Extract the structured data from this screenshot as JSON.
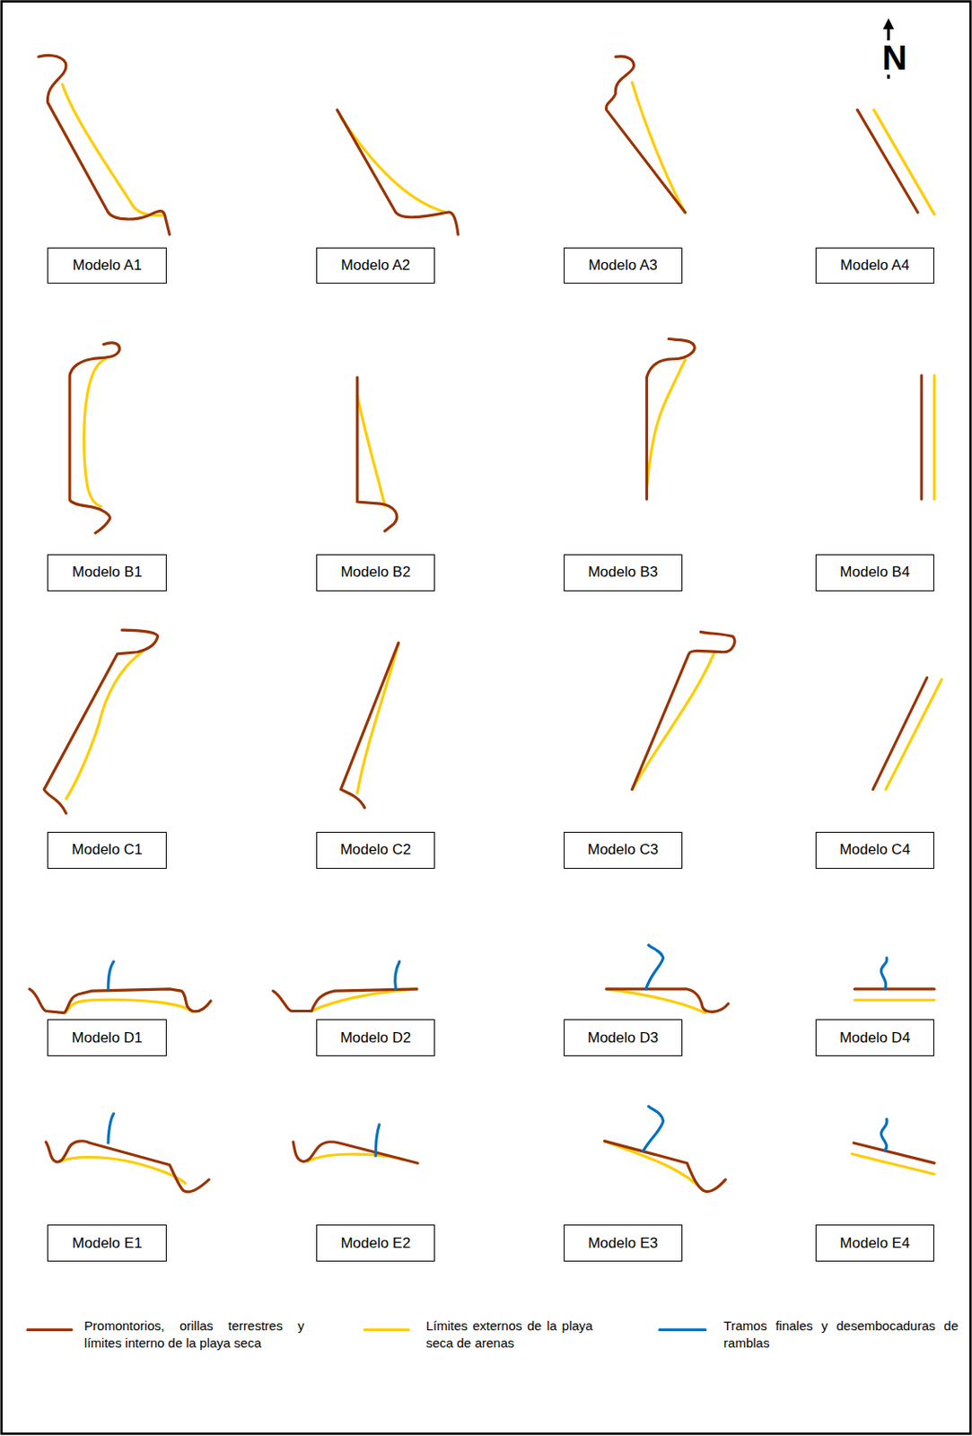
{
  "diagram": {
    "nodes": [
      {
        "text": [
          "Modelo A1"
        ]
      },
      {
        "text": [
          "Modelo A2"
        ]
      },
      {
        "text": [
          "Modelo A3"
        ]
      },
      {
        "text": [
          "Modelo A4"
        ]
      },
      {
        "text": [
          "Modelo B1"
        ]
      },
      {
        "text": [
          "Modelo B2"
        ]
      },
      {
        "text": [
          "Modelo B3"
        ]
      },
      {
        "text": [
          "Modelo B4"
        ]
      },
      {
        "text": [
          "Modelo C1"
        ]
      },
      {
        "text": [
          "Modelo C2"
        ]
      },
      {
        "text": [
          "Modelo C3"
        ]
      },
      {
        "text": [
          "Modelo C4"
        ]
      },
      {
        "text": [
          "Modelo D1"
        ]
      },
      {
        "text": [
          "Modelo D2"
        ]
      },
      {
        "text": [
          "Modelo D3"
        ]
      },
      {
        "text": [
          "Modelo D4"
        ]
      },
      {
        "text": [
          "Modelo E1"
        ]
      },
      {
        "text": [
          "Modelo E2"
        ]
      },
      {
        "text": [
          "Modelo E3"
        ]
      },
      {
        "text": [
          "Modelo E4"
        ]
      }
    ],
    "labels": [
      "N"
    ],
    "legend": [
      {
        "text": "Promontorios, orillas terrestres y límites interno de la playa seca"
      },
      {
        "text": "Límites externos de la playa seca de arenas"
      },
      {
        "text": "Tramos finales y desembocaduras de ramblas"
      }
    ]
  }
}
